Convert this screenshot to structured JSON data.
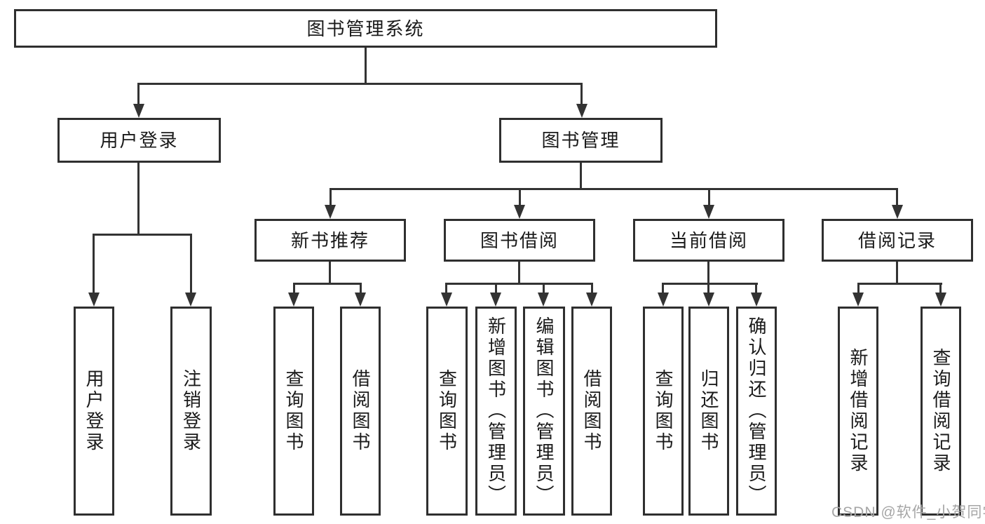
{
  "tree": {
    "label": "图书管理系统",
    "children": [
      {
        "label": "用户登录",
        "children": [
          {
            "label": "用户登录"
          },
          {
            "label": "注销登录"
          }
        ]
      },
      {
        "label": "图书管理",
        "children": [
          {
            "label": "新书推荐",
            "children": [
              {
                "label": "查询图书"
              },
              {
                "label": "借阅图书"
              }
            ]
          },
          {
            "label": "图书借阅",
            "children": [
              {
                "label": "查询图书"
              },
              {
                "label": "新增图书（管理员）"
              },
              {
                "label": "编辑图书（管理员）"
              },
              {
                "label": "借阅图书"
              }
            ]
          },
          {
            "label": "当前借阅",
            "children": [
              {
                "label": "查询图书"
              },
              {
                "label": "归还图书"
              },
              {
                "label": "确认归还（管理员）"
              }
            ]
          },
          {
            "label": "借阅记录",
            "children": [
              {
                "label": "新增借阅记录"
              },
              {
                "label": "查询借阅记录"
              }
            ]
          }
        ]
      }
    ]
  },
  "watermark": {
    "text": "CSDN @软件_小贺同学"
  },
  "colors": {
    "line": "#333333",
    "box_border": "#2f2f2f",
    "text": "#1a1a1a",
    "watermark": "#a6a6a6",
    "background": "#ffffff"
  }
}
